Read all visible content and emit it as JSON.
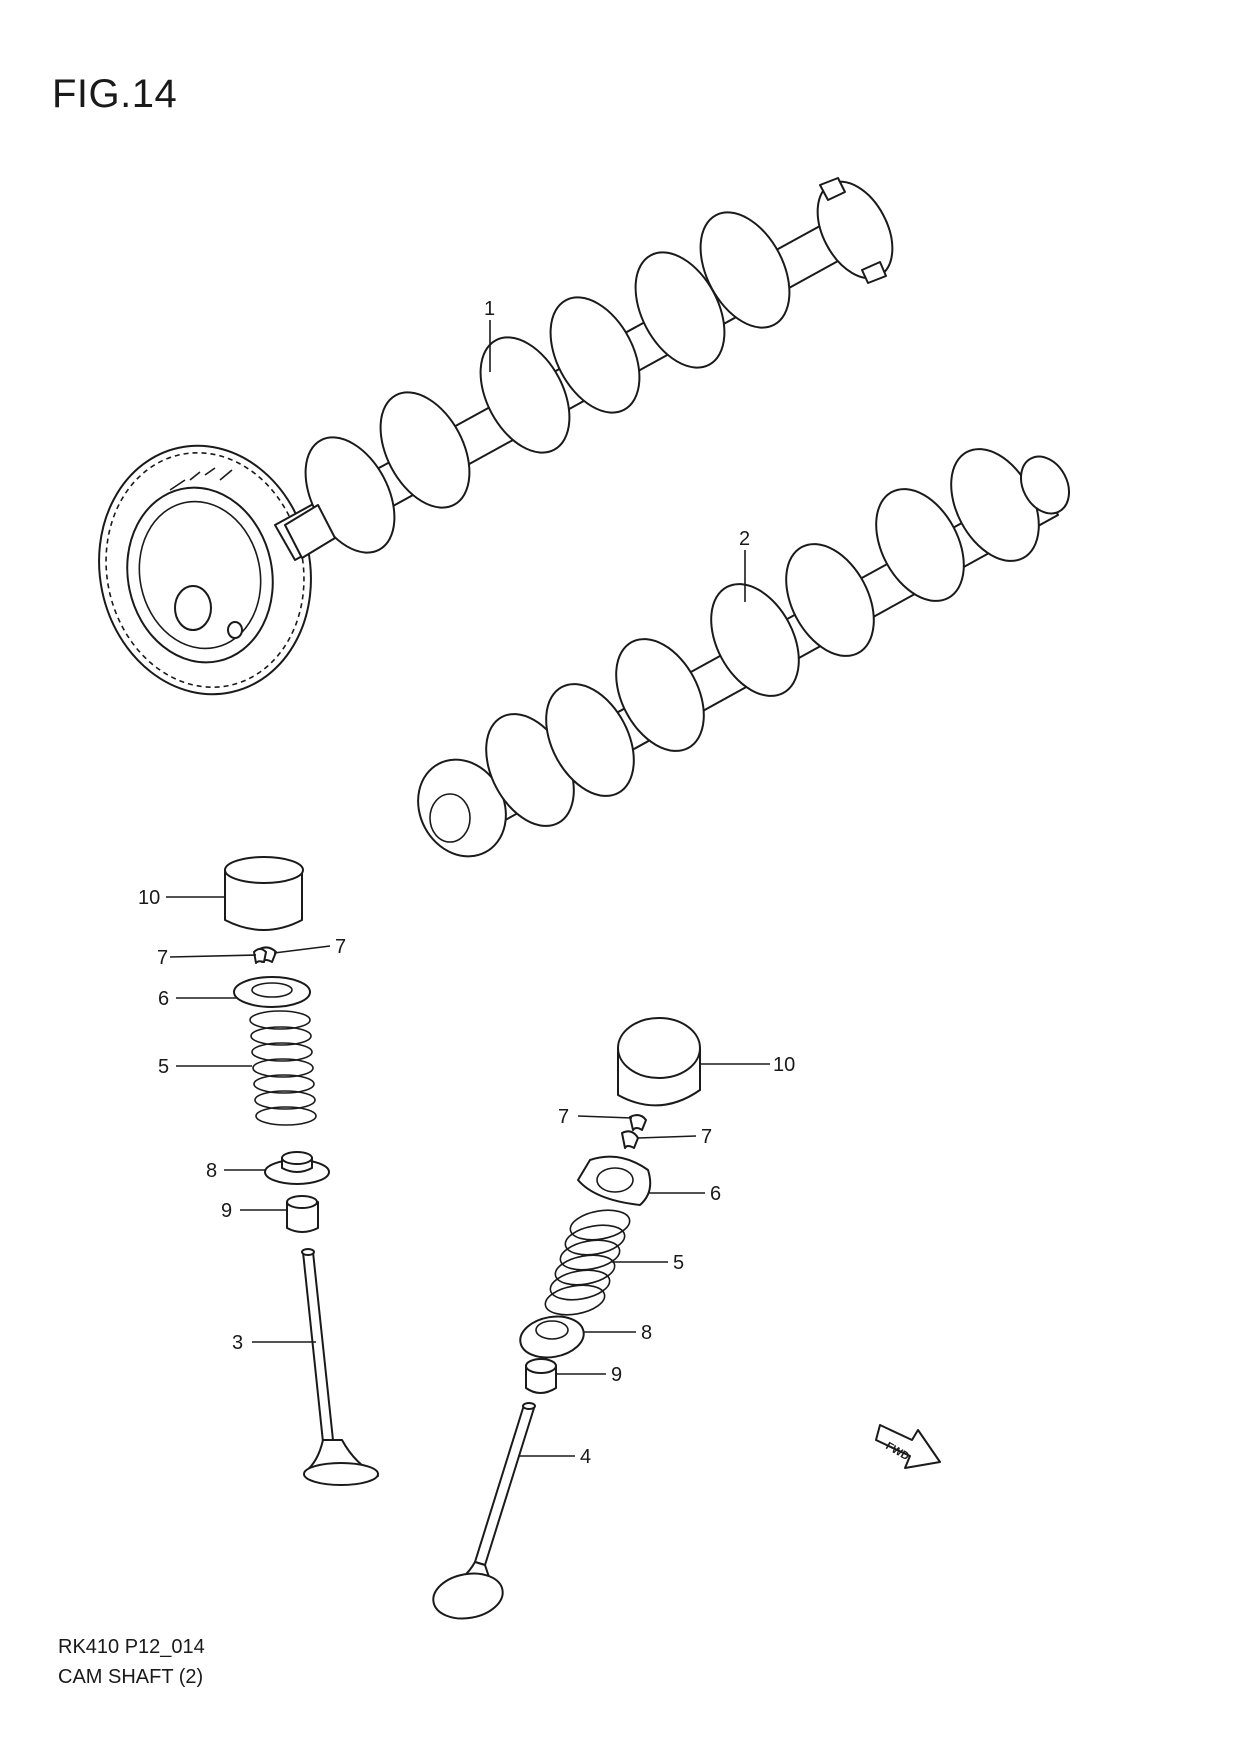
{
  "figure": {
    "title": "FIG.14",
    "code": "RK410 P12_014",
    "name": "CAM SHAFT (2)"
  },
  "callouts": [
    {
      "id": "cam1",
      "label": "1"
    },
    {
      "id": "cam2",
      "label": "2"
    },
    {
      "id": "tappet-left",
      "label": "10"
    },
    {
      "id": "cotter-left-a",
      "label": "7"
    },
    {
      "id": "cotter-left-b",
      "label": "7"
    },
    {
      "id": "retainer-left",
      "label": "6"
    },
    {
      "id": "spring-left",
      "label": "5"
    },
    {
      "id": "seat-left",
      "label": "8"
    },
    {
      "id": "seal-left",
      "label": "9"
    },
    {
      "id": "valve-left",
      "label": "3"
    },
    {
      "id": "tappet-right",
      "label": "10"
    },
    {
      "id": "cotter-right-a",
      "label": "7"
    },
    {
      "id": "cotter-right-b",
      "label": "7"
    },
    {
      "id": "retainer-right",
      "label": "6"
    },
    {
      "id": "spring-right",
      "label": "5"
    },
    {
      "id": "seat-right",
      "label": "8"
    },
    {
      "id": "seal-right",
      "label": "9"
    },
    {
      "id": "valve-right",
      "label": "4"
    }
  ],
  "direction_marker": "FWD",
  "colors": {
    "ink": "#1a1a1a",
    "paper": "#ffffff"
  }
}
